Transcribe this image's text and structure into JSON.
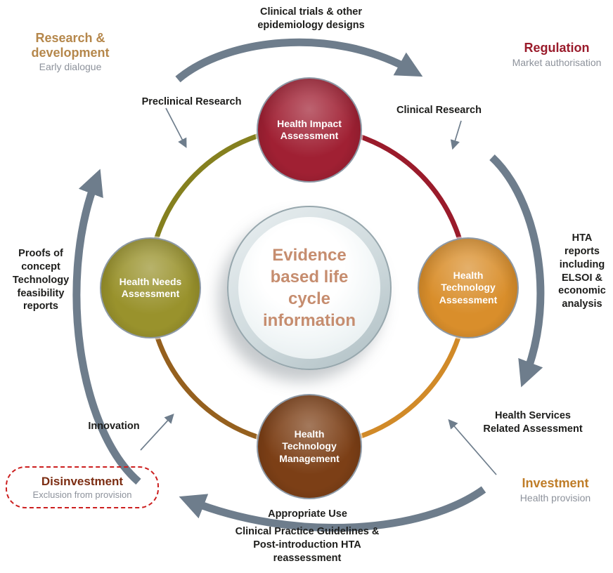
{
  "center": {
    "text": "Evidence based life cycle information"
  },
  "nodes": {
    "impact": "Health Impact Assessment",
    "technology": "Health Technology Assessment",
    "management": "Health Technology Management",
    "needs": "Health Needs Assessment"
  },
  "corners": {
    "research": {
      "title": "Research & development",
      "subtitle": "Early dialogue"
    },
    "regulation": {
      "title": "Regulation",
      "subtitle": "Market authorisation"
    },
    "investment": {
      "title": "Investment",
      "subtitle": "Health provision"
    },
    "disinvestment": {
      "title": "Disinvestment",
      "subtitle": "Exclusion from provision"
    }
  },
  "annotations": {
    "clinical_trials": "Clinical trials & other epidemiology designs",
    "preclinical": "Preclinical Research",
    "clinical_research": "Clinical Research",
    "hta_reports": "HTA reports including ELSOI & economic analysis",
    "proofs": "Proofs of concept Technology feasibility reports",
    "health_services": "Health Services Related Assessment",
    "innovation": "Innovation",
    "appropriate_use": "Appropriate Use",
    "guidelines": "Clinical Practice Guidelines & Post-introduction HTA reassessment"
  },
  "colors": {
    "arrow": "#6e7d8c",
    "ring_top_left": "#85801f",
    "ring_top_right": "#9a1b2b",
    "ring_right_bottom": "#d18a28",
    "ring_bottom_left": "#95601e",
    "node_impact": "#a02033",
    "node_technology": "#d98e2b",
    "node_management": "#7c3f16",
    "node_needs": "#99922c",
    "research_title": "#b5874b",
    "regulation_title": "#9a1b2b",
    "investment_title": "#bf7d28",
    "disinvestment_title": "#7c2d12",
    "subtitle_gray": "#8d929b",
    "center_text": "#c68d6f",
    "dashed_box": "#cc1f1f"
  }
}
